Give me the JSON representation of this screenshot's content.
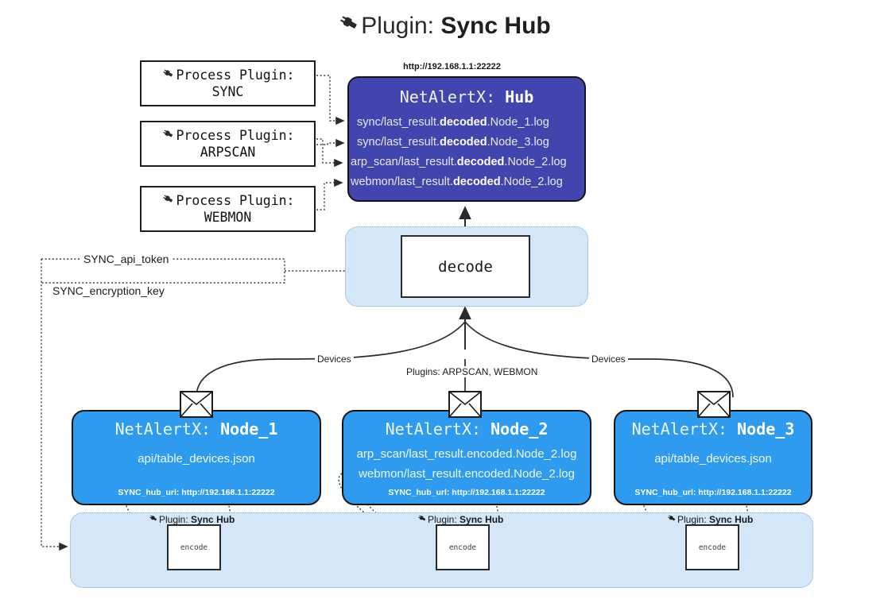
{
  "header": {
    "icon": "plug-icon",
    "prefix": "Plugin:",
    "title": "Sync Hub",
    "glyph": "ὐC"
  },
  "process_plugins": [
    {
      "icon": "plug-icon",
      "label": "Process Plugin:",
      "name": "SYNC"
    },
    {
      "icon": "plug-icon",
      "label": "Process Plugin:",
      "name": "ARPSCAN"
    },
    {
      "icon": "plug-icon",
      "label": "Process Plugin:",
      "name": "WEBMON"
    }
  ],
  "hub": {
    "url": "http://192.168.1.1:22222",
    "title_prefix": "NetAlertX:",
    "title_name": "Hub",
    "logs": [
      {
        "pre": "sync/last_result.",
        "em": "decoded",
        "post": ".Node_1.log"
      },
      {
        "pre": "sync/last_result.",
        "em": "decoded",
        "post": ".Node_3.log"
      },
      {
        "pre": "arp_scan/last_result.",
        "em": "decoded",
        "post": ".Node_2.log"
      },
      {
        "pre": "webmon/last_result.",
        "em": "decoded",
        "post": ".Node_2.log"
      }
    ]
  },
  "decode": {
    "label": "decode"
  },
  "settings": {
    "api_token": "SYNC_api_token",
    "encryption_key": "SYNC_encryption_key"
  },
  "edge_labels": {
    "devices_left": "Devices",
    "devices_right": "Devices",
    "plugins_center": "Plugins: ARPSCAN, WEBMON"
  },
  "nodes": [
    {
      "title_prefix": "NetAlertX:",
      "title_name": "Node_1",
      "lines": [
        "api/table_devices.json"
      ],
      "footer": "SYNC_hub_url: http://192.168.1.1:22222",
      "envelope_icon": "envelope-icon"
    },
    {
      "title_prefix": "NetAlertX:",
      "title_name": "Node_2",
      "lines": [
        "arp_scan/last_result.encoded.Node_2.log",
        "webmon/last_result.encoded.Node_2.log"
      ],
      "footer": "SYNC_hub_url: http://192.168.1.1:22222",
      "envelope_icon": "envelope-icon"
    },
    {
      "title_prefix": "NetAlertX:",
      "title_name": "Node_3",
      "lines": [
        "api/table_devices.json"
      ],
      "footer": "SYNC_hub_url: http://192.168.1.1:22222",
      "envelope_icon": "envelope-icon"
    }
  ],
  "encoders": [
    {
      "tag_prefix": "Plugin:",
      "tag_name": "Sync Hub",
      "label": "encode"
    },
    {
      "tag_prefix": "Plugin:",
      "tag_name": "Sync Hub",
      "label": "encode"
    },
    {
      "tag_prefix": "Plugin:",
      "tag_name": "Sync Hub",
      "label": "encode"
    }
  ],
  "colors": {
    "hub_fill": "#4245AE",
    "node_fill": "#2E9BEE",
    "panel_fill": "#D4E7F8",
    "panel_border": "#7FA9CC",
    "stroke": "#1A1A1A",
    "page_bg": "#FFFFFF"
  }
}
